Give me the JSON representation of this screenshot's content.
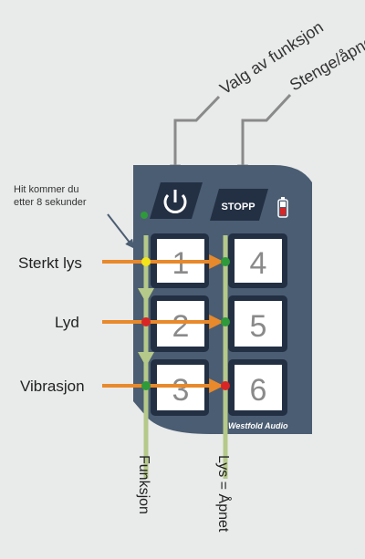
{
  "callouts": {
    "function_select": "Valg av funksjon",
    "close_open": "Stenge/åpne",
    "after_8_seconds": "Hit kommer du etter 8 sekunder"
  },
  "device": {
    "power_icon": "power-icon",
    "stop_label": "STOPP",
    "brand": "Westfold Audio",
    "battery_icon": "battery-icon",
    "colors": {
      "body": "#4b5d72",
      "button_dark": "#233044",
      "key_face": "#ffffff",
      "rail": "#b5c98a",
      "arrow": "#e8892b",
      "led_yellow": "#f3e31a",
      "led_green": "#2e9a3a",
      "led_red": "#d92525"
    }
  },
  "rows": [
    {
      "label": "Sterkt lys",
      "left_key": "1",
      "right_key": "4",
      "left_led": "yellow",
      "right_led": "green"
    },
    {
      "label": "Lyd",
      "left_key": "2",
      "right_key": "5",
      "left_led": "red",
      "right_led": "green"
    },
    {
      "label": "Vibrasjon",
      "left_key": "3",
      "right_key": "6",
      "left_led": "green",
      "right_led": "red"
    }
  ],
  "axis_labels": {
    "left": "Funksjon",
    "right": "Lys = Åpnet"
  }
}
